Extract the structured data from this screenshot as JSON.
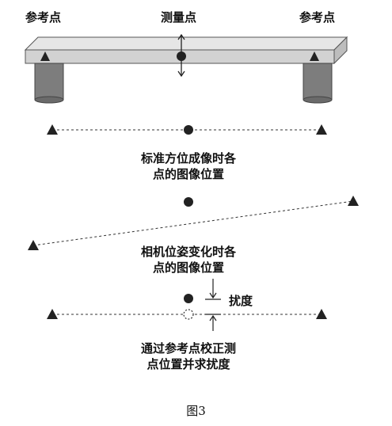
{
  "labels": {
    "reference_left": "参考点",
    "measure_point": "测量点",
    "reference_right": "参考点"
  },
  "captions": {
    "standard_line1": "标准方位成像时各",
    "standard_line2": "点的图像位置",
    "tilted_line1": "相机位姿变化时各",
    "tilted_line2": "点的图像位置",
    "deflection": "扰度",
    "corrected_line1": "通过参考点校正测",
    "corrected_line2": "点位置并求扰度"
  },
  "figure_caption": "图3",
  "colors": {
    "beam_fill": "#d4d4d4",
    "beam_top": "#e8e8e8",
    "support_fill": "#7d7d7d",
    "marker": "#222222"
  }
}
